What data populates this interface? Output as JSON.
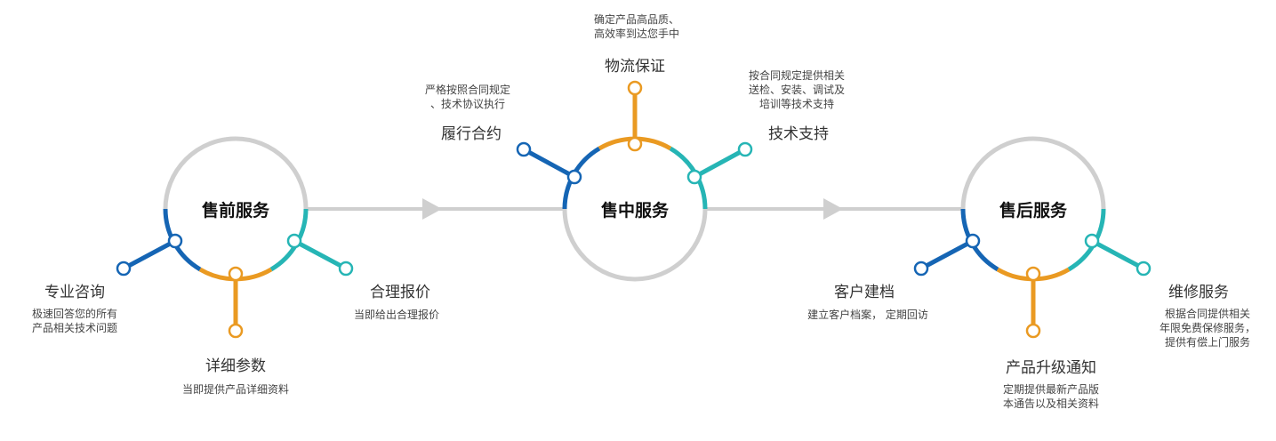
{
  "stages": [
    {
      "hub": "售前服务",
      "items": [
        {
          "title": "专业咨询",
          "desc": [
            "极速回答您的所有",
            "产品相关技术问题"
          ],
          "color": "#1565b4"
        },
        {
          "title": "详细参数",
          "desc": [
            "当即提供产品详细资料"
          ],
          "color": "#ea9a22"
        },
        {
          "title": "合理报价",
          "desc": [
            "当即给出合理报价"
          ],
          "color": "#26b5b5"
        }
      ]
    },
    {
      "hub": "售中服务",
      "items": [
        {
          "title": "履行合约",
          "desc": [
            "严格按照合同规定",
            "、技术协议执行"
          ],
          "color": "#1565b4"
        },
        {
          "title": "物流保证",
          "desc": [
            "确定产品高品质、",
            "高效率到达您手中"
          ],
          "color": "#ea9a22"
        },
        {
          "title": "技术支持",
          "desc": [
            "按合同规定提供相关",
            "送检、安装、调试及",
            "培训等技术支持"
          ],
          "color": "#26b5b5"
        }
      ]
    },
    {
      "hub": "售后服务",
      "items": [
        {
          "title": "客户建档",
          "desc": [
            "建立客户档案， 定期回访"
          ],
          "color": "#1565b4"
        },
        {
          "title": "产品升级通知",
          "desc": [
            "定期提供最新产品版",
            "本通告以及相关资料"
          ],
          "color": "#ea9a22"
        },
        {
          "title": "维修服务",
          "desc": [
            "根据合同提供相关",
            "年限免费保修服务，",
            "提供有偿上门服务"
          ],
          "color": "#26b5b5"
        }
      ]
    }
  ],
  "colors": {
    "ring": "#cfcfcf",
    "connector": "#cfcfcf",
    "blue": "#1565b4",
    "orange": "#ea9a22",
    "teal": "#26b5b5"
  }
}
